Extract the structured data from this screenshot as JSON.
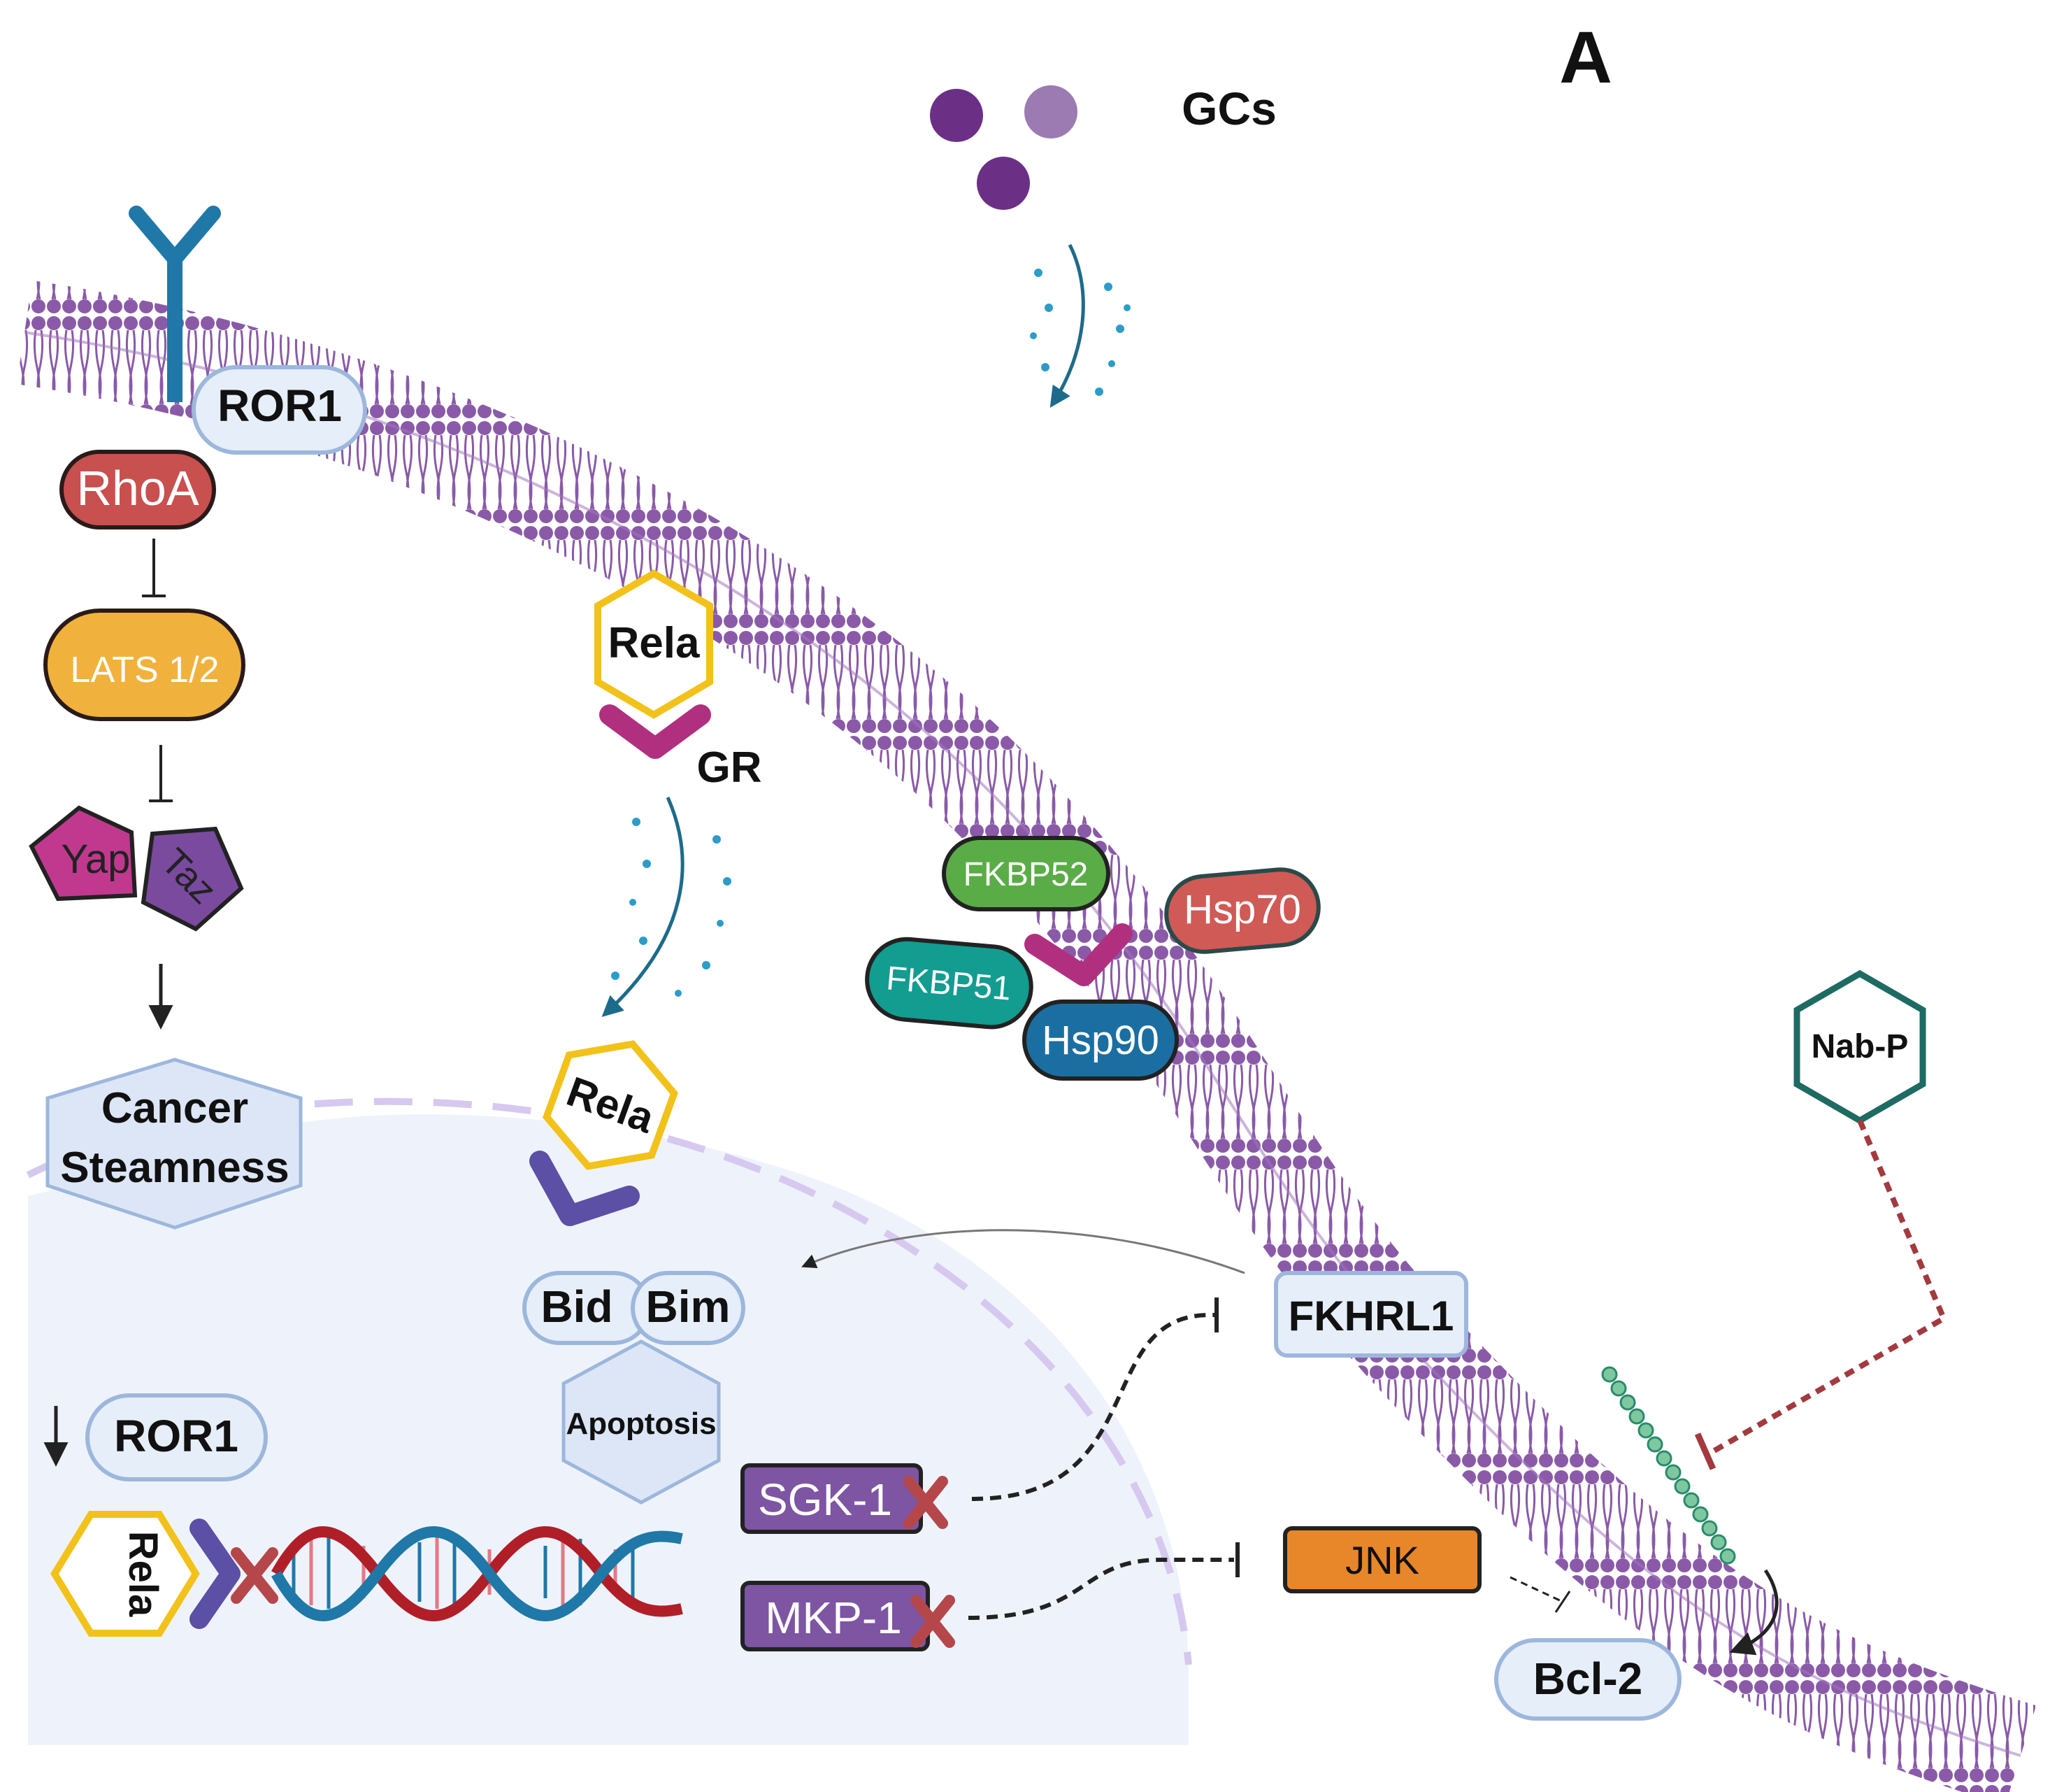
{
  "panel_label": "A",
  "labels": {
    "gcs": "GCs",
    "ror1_top": "ROR1",
    "rhoa": "RhoA",
    "lats": "LATS 1/2",
    "yap": "Yap",
    "taz": "Taz",
    "cancer_line1": "Cancer",
    "cancer_line2": "Steamness",
    "rela_top": "Rela",
    "gr": "GR",
    "rela_mid": "Rela",
    "fkbp52": "FKBP52",
    "fkbp51": "FKBP51",
    "hsp70": "Hsp70",
    "hsp90": "Hsp90",
    "nabp": "Nab-P",
    "bid": "Bid",
    "bim": "Bim",
    "apoptosis": "Apoptosis",
    "fkhrl1": "FKHRL1",
    "ror1_bottom": "ROR1",
    "rela_bottom": "Rela",
    "sgk1": "SGK-1",
    "mkp1": "MKP-1",
    "jnk": "JNK",
    "bcl2": "Bcl-2"
  },
  "colors": {
    "membrane": "#8a5aa8",
    "nucleus": "#eef3fb",
    "rhoa": "#c8504f",
    "lats": "#f0b23c",
    "yap": "#c0398f",
    "taz": "#7a4a9e",
    "rela_outline": "#f2c21b",
    "gr": "#b0307f",
    "fkbp52": "#5aac47",
    "fkbp51": "#139c90",
    "hsp70": "#d05a55",
    "hsp90": "#1b6ea2",
    "nabp_outline": "#1d6b63",
    "jnk": "#e8862a",
    "kinase_box": "#7d55a3",
    "inhibition_x": "#b5474b",
    "receptor": "#1f78a8",
    "gc_dark": "#6b2f86",
    "gc_light": "#9b7bb2",
    "pill_fill": "#e6eef9",
    "pill_stroke": "#9db7dc"
  }
}
